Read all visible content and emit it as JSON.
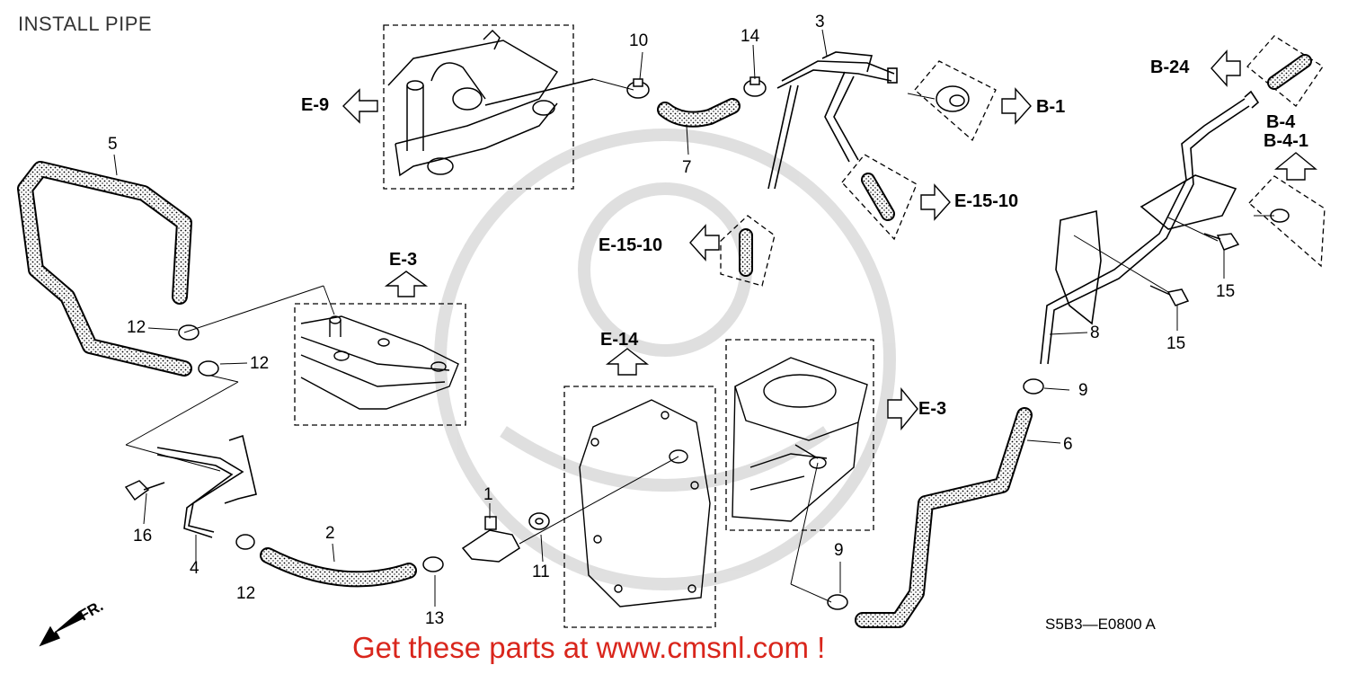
{
  "title": "INSTALL PIPE",
  "footer": "Get these parts at www.cmsnl.com !",
  "diagram_code": "S5B3—E0800 A",
  "front_marker": "FR.",
  "parts": {
    "p1": "1",
    "p2": "2",
    "p3": "3",
    "p4": "4",
    "p5": "5",
    "p6": "6",
    "p7": "7",
    "p8": "8",
    "p9a": "9",
    "p9b": "9",
    "p10": "10",
    "p11": "11",
    "p12a": "12",
    "p12b": "12",
    "p12c": "12",
    "p13": "13",
    "p14": "14",
    "p15a": "15",
    "p15b": "15",
    "p16": "16"
  },
  "refs": {
    "e9": "E-9",
    "e3a": "E-3",
    "e3b": "E-3",
    "e14": "E-14",
    "e1510a": "E-15-10",
    "e1510b": "E-15-10",
    "b1": "B-1",
    "b24": "B-24",
    "b4": "B-4",
    "b41": "B-4-1"
  }
}
